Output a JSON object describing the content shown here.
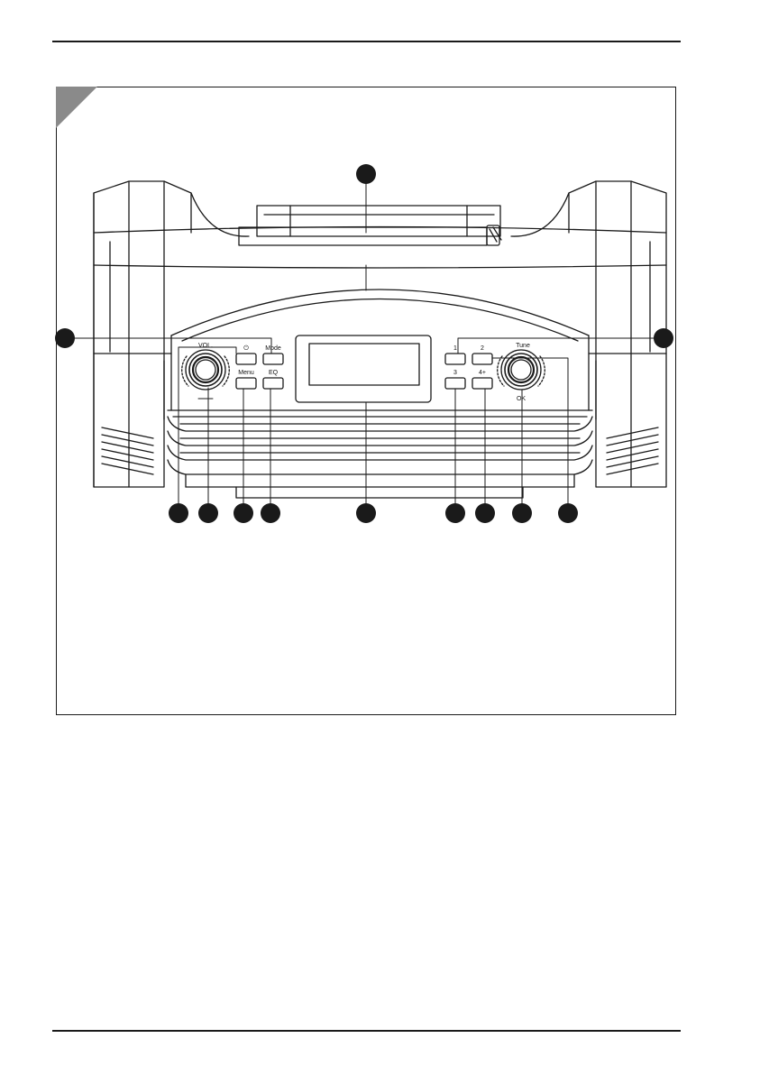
{
  "figure": {
    "panel_labels": {
      "volume": "VOL.",
      "power": "⏻",
      "mode": "Mode",
      "menu": "Menu",
      "eq": "EQ",
      "preset_1": "1",
      "preset_2": "2",
      "preset_3": "3",
      "preset_4": "4+",
      "tune": "Tune",
      "ok": "OK"
    },
    "callouts": [
      "",
      "",
      "",
      "",
      "",
      "",
      "",
      "",
      "",
      "",
      "",
      "",
      ""
    ],
    "colors": {
      "line": "#1a1a1a",
      "callout_fill": "#1a1a1a",
      "paper": "#ffffff"
    }
  }
}
